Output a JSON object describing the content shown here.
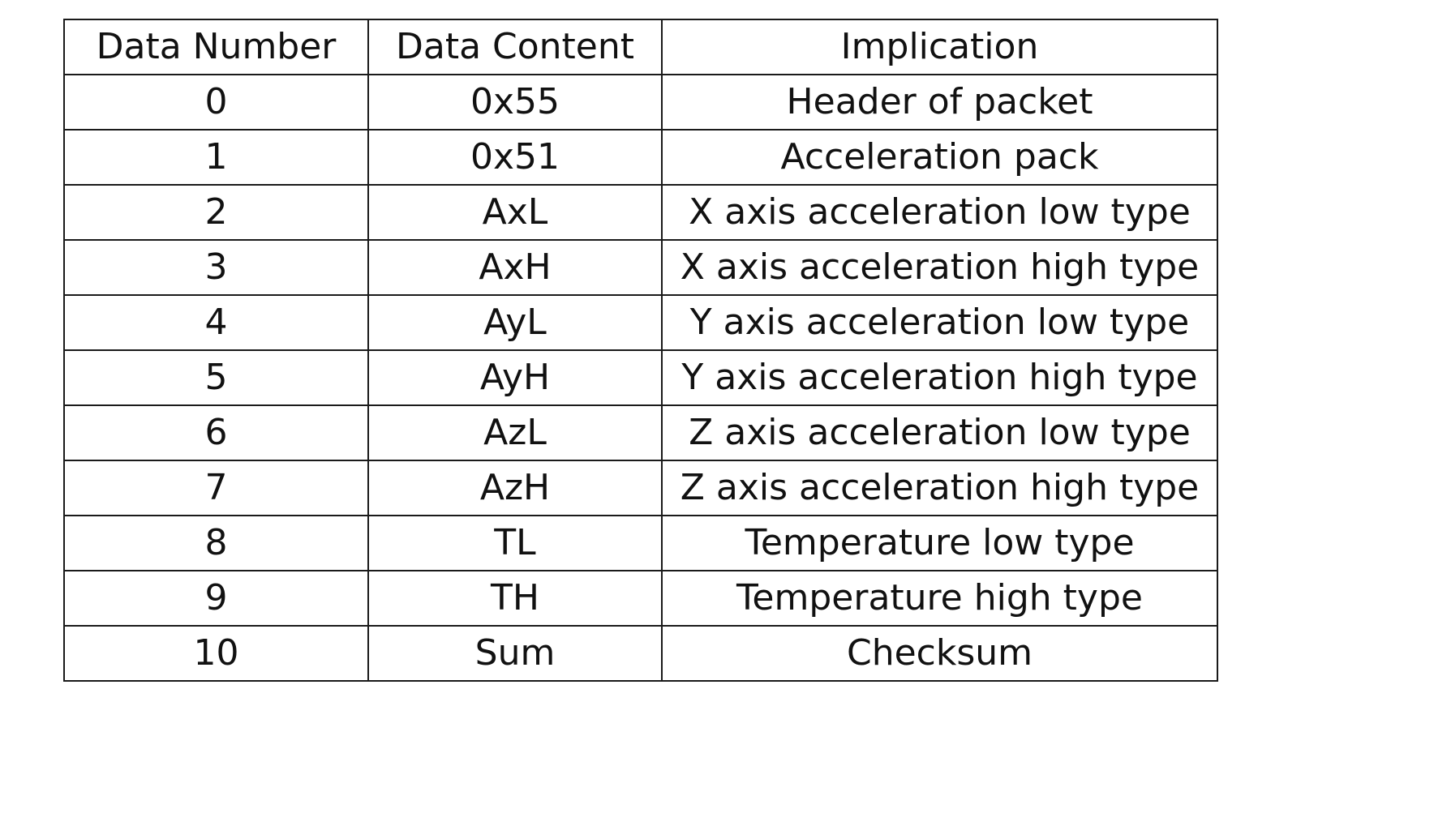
{
  "table": {
    "headers": [
      "Data Number",
      "Data Content",
      "Implication"
    ],
    "rows": [
      [
        "0",
        "0x55",
        "Header of packet"
      ],
      [
        "1",
        "0x51",
        "Acceleration pack"
      ],
      [
        "2",
        "AxL",
        "X axis acceleration low type"
      ],
      [
        "3",
        "AxH",
        "X axis acceleration high type"
      ],
      [
        "4",
        "AyL",
        "Y axis acceleration low type"
      ],
      [
        "5",
        "AyH",
        "Y axis acceleration high type"
      ],
      [
        "6",
        "AzL",
        "Z axis acceleration low type"
      ],
      [
        "7",
        "AzH",
        "Z axis acceleration high type"
      ],
      [
        "8",
        "TL",
        "Temperature low type"
      ],
      [
        "9",
        "TH",
        "Temperature high type"
      ],
      [
        "10",
        "Sum",
        "Checksum"
      ]
    ]
  }
}
